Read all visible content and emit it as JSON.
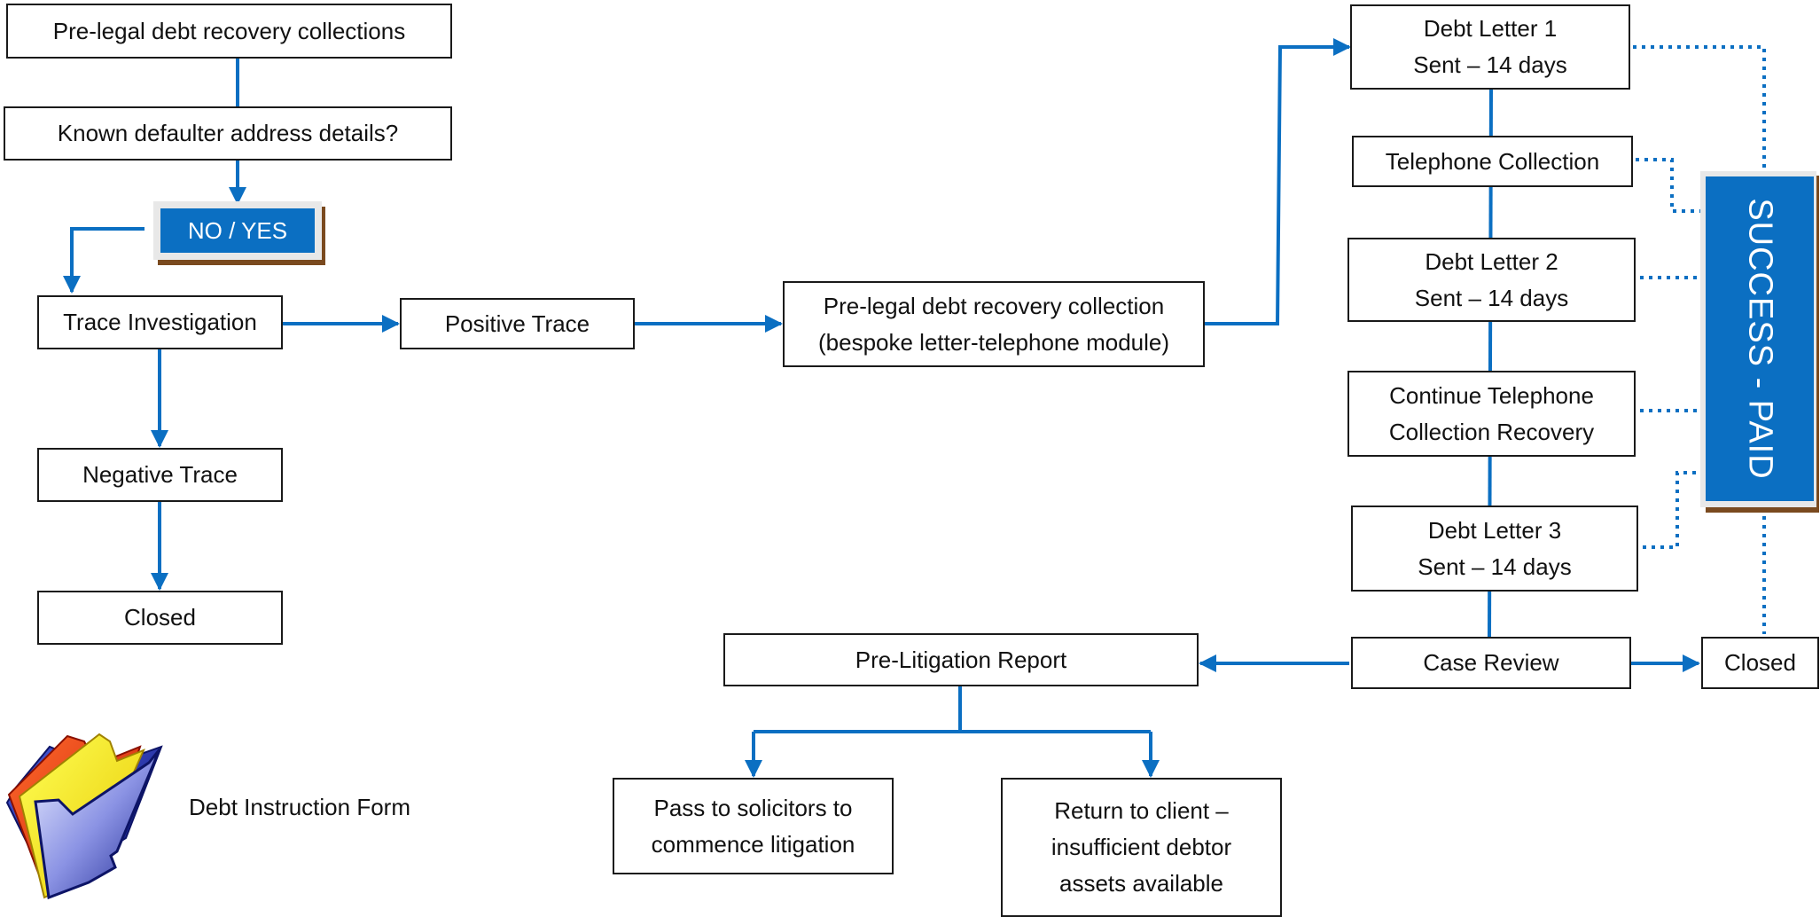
{
  "colors": {
    "connector": "#0b6fc2",
    "accent": "#0b6fc2",
    "shadow": "#7a4a1f",
    "box_border": "#1a1a1a"
  },
  "nodes": {
    "prelegal_collections": "Pre-legal debt recovery collections",
    "known_address": "Known defaulter address details?",
    "no_yes": "NO / YES",
    "trace_investigation": "Trace Investigation",
    "positive_trace": "Positive Trace",
    "negative_trace": "Negative Trace",
    "closed_left": "Closed",
    "prelegal_collection": [
      "Pre-legal debt recovery collection",
      "(bespoke letter-telephone module)"
    ],
    "debt_letter_1": [
      "Debt Letter 1",
      "Sent – 14 days"
    ],
    "telephone_collection": "Telephone Collection",
    "debt_letter_2": [
      "Debt Letter 2",
      "Sent – 14 days"
    ],
    "continue_telephone": [
      "Continue Telephone",
      "Collection Recovery"
    ],
    "debt_letter_3": [
      "Debt Letter 3",
      "Sent – 14 days"
    ],
    "case_review": "Case Review",
    "closed_right": "Closed",
    "pre_litigation_report": "Pre-Litigation Report",
    "pass_to_solicitors": [
      "Pass to solicitors to",
      "commence litigation"
    ],
    "return_to_client": [
      "Return to client –",
      "insufficient debtor",
      "assets available"
    ],
    "success_paid": "SUCCESS - PAID"
  },
  "legend": {
    "icon": "folder-stack-icon",
    "label": "Debt Instruction Form"
  }
}
